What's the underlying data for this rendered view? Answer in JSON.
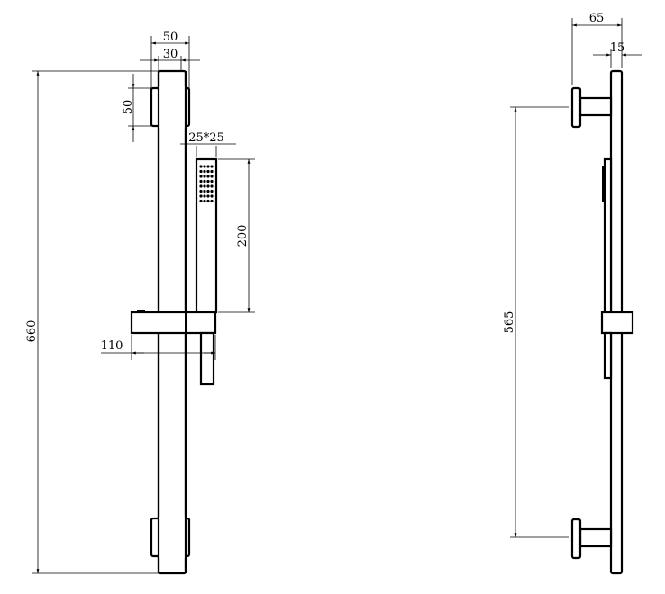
{
  "front_view": {
    "dimensions": {
      "bracket_width": "50",
      "rail_width": "30",
      "bracket_height": "50",
      "handset_section": "25*25",
      "handset_length": "200",
      "holder_width": "110",
      "overall_height": "660"
    }
  },
  "side_view": {
    "dimensions": {
      "bracket_depth": "65",
      "rail_depth": "15",
      "bracket_spacing": "565"
    }
  },
  "colors": {
    "line": "#000000",
    "background": "#ffffff"
  }
}
